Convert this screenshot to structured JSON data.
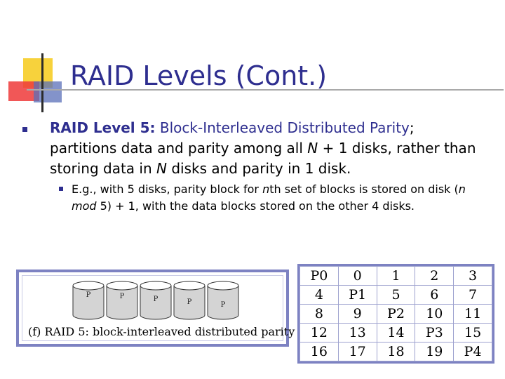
{
  "slide": {
    "title": "RAID Levels (Cont.)"
  },
  "bullet1": {
    "level": "RAID Level 5:",
    "name": "Block-Interleaved Distributed Parity",
    "text_a": "; partitions data and parity among all ",
    "n1": "N",
    "text_b": " + 1 disks, rather than storing data in ",
    "n2": "N",
    "text_c": " disks and parity in 1 disk."
  },
  "bullet2": {
    "text_a": "E.g., with 5 disks, parity block for ",
    "n": "n",
    "text_b": "th set of blocks is stored on disk (",
    "nmod": "n mod",
    "text_c": " 5) + 1, with the data blocks stored on the other 4 disks."
  },
  "figure": {
    "caption": "(f) RAID 5: block-interleaved distributed parity",
    "disk_labels": [
      "P",
      "P",
      "P",
      "P",
      "P"
    ]
  },
  "parity_table": {
    "rows": [
      [
        "P0",
        "0",
        "1",
        "2",
        "3"
      ],
      [
        "4",
        "P1",
        "5",
        "6",
        "7"
      ],
      [
        "8",
        "9",
        "P2",
        "10",
        "11"
      ],
      [
        "12",
        "13",
        "14",
        "P3",
        "15"
      ],
      [
        "16",
        "17",
        "18",
        "19",
        "P4"
      ]
    ]
  },
  "colors": {
    "title": "#2e2e8f",
    "frame": "#7d82c2"
  }
}
